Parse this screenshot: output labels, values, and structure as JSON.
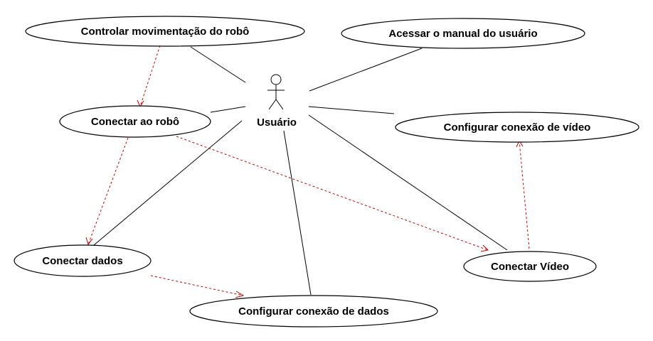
{
  "actor": {
    "label": "Usuário"
  },
  "use_cases": {
    "controlar": "Controlar movimentação do robô",
    "manual": "Acessar o manual do usuário",
    "conectar_robo": "Conectar ao robô",
    "config_video": "Configurar conexão de vídeo",
    "conectar_dados": "Conectar dados",
    "conectar_video": "Conectar Vídeo",
    "config_dados": "Configurar conexão de dados"
  },
  "colors": {
    "association": "#000000",
    "dependency": "#cc0000"
  }
}
